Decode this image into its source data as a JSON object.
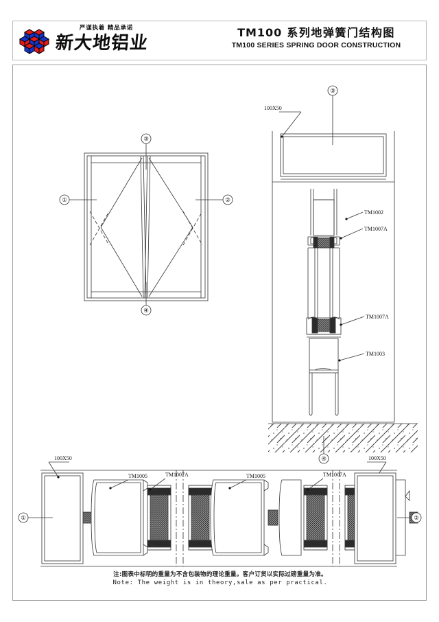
{
  "header": {
    "logo_icon": "cube-cluster-logo",
    "tagline": "严谨执着 精品承诺",
    "company_name": "新大地铝业",
    "title_cn_code": "TM100",
    "title_cn_text": "系列地弹簧门结构图",
    "title_en": "TM100 SERIES SPRING DOOR CONSTRUCTION"
  },
  "elevation": {
    "name": "double-door-elevation",
    "callouts": [
      {
        "id": "1",
        "label": "①"
      },
      {
        "id": "2",
        "label": "②"
      },
      {
        "id": "3",
        "label": "③"
      },
      {
        "id": "4",
        "label": "④"
      }
    ]
  },
  "section_vertical": {
    "name": "vertical-section",
    "labels": [
      {
        "key": "transom_size",
        "text": "100X50"
      },
      {
        "key": "profile_top",
        "text": "TM1002"
      },
      {
        "key": "gasket_top",
        "text": "TM1007A"
      },
      {
        "key": "gasket_mid",
        "text": "TM1007A"
      },
      {
        "key": "profile_bottom",
        "text": "TM1003"
      }
    ],
    "callout_top": "③",
    "callout_bottom": "④"
  },
  "section_plan": {
    "name": "horizontal-plan-section",
    "labels": [
      {
        "key": "jamb_left_size",
        "text": "100X50"
      },
      {
        "key": "stile_left",
        "text": "TM1005"
      },
      {
        "key": "gasket_left",
        "text": "TM1007A"
      },
      {
        "key": "stile_right",
        "text": "TM1005"
      },
      {
        "key": "gasket_right",
        "text": "TM1007A"
      },
      {
        "key": "jamb_right_size",
        "text": "100X50"
      }
    ],
    "callout_left": "①",
    "callout_right": "②"
  },
  "footer": {
    "note_cn": "注:图表中标明的重量为不含包装物的理论重量。客户订货以实际过磅重量为准。",
    "note_en": "Note: The weight is in theory,sale as per practical."
  },
  "colors": {
    "logo_red": "#e01b1b",
    "logo_blue": "#1436c8",
    "line": "#3a3a3a",
    "border": "#9a9a9a"
  }
}
